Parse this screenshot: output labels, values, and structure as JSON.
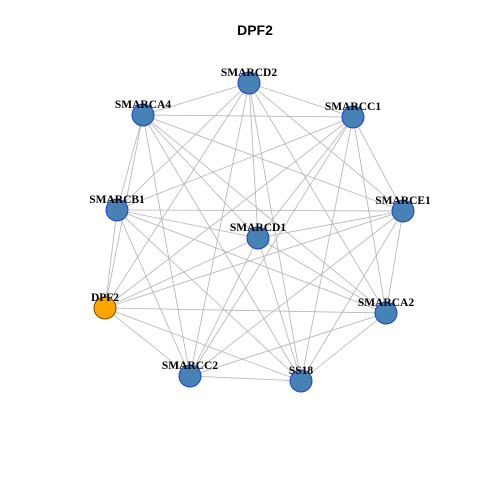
{
  "title": "DPF2",
  "colors": {
    "node_fill": "#4682b4",
    "node_stroke": "#1c3fd1",
    "focus_fill": "#ffa500",
    "focus_stroke": "#7a4a00",
    "edge": "#b3b3b3"
  },
  "nodes": [
    {
      "id": "SMARCD2",
      "label": "SMARCD2",
      "focus": false
    },
    {
      "id": "SMARCC1",
      "label": "SMARCC1",
      "focus": false
    },
    {
      "id": "SMARCE1",
      "label": "SMARCE1",
      "focus": false
    },
    {
      "id": "SMARCA2",
      "label": "SMARCA2",
      "focus": false
    },
    {
      "id": "SS18",
      "label": "SS18",
      "focus": false
    },
    {
      "id": "SMARCC2",
      "label": "SMARCC2",
      "focus": false
    },
    {
      "id": "DPF2",
      "label": "DPF2",
      "focus": true
    },
    {
      "id": "SMARCB1",
      "label": "SMARCB1",
      "focus": false
    },
    {
      "id": "SMARCA4",
      "label": "SMARCA4",
      "focus": false
    },
    {
      "id": "SMARCD1",
      "label": "SMARCD1",
      "focus": false
    }
  ],
  "edges": [
    [
      "SMARCD2",
      "SMARCC1"
    ],
    [
      "SMARCD2",
      "SMARCE1"
    ],
    [
      "SMARCD2",
      "SMARCA2"
    ],
    [
      "SMARCD2",
      "SS18"
    ],
    [
      "SMARCD2",
      "SMARCC2"
    ],
    [
      "SMARCD2",
      "DPF2"
    ],
    [
      "SMARCD2",
      "SMARCB1"
    ],
    [
      "SMARCD2",
      "SMARCA4"
    ],
    [
      "SMARCD2",
      "SMARCD1"
    ],
    [
      "SMARCC1",
      "SMARCE1"
    ],
    [
      "SMARCC1",
      "SMARCA2"
    ],
    [
      "SMARCC1",
      "SS18"
    ],
    [
      "SMARCC1",
      "SMARCC2"
    ],
    [
      "SMARCC1",
      "DPF2"
    ],
    [
      "SMARCC1",
      "SMARCB1"
    ],
    [
      "SMARCC1",
      "SMARCA4"
    ],
    [
      "SMARCC1",
      "SMARCD1"
    ],
    [
      "SMARCE1",
      "SMARCA2"
    ],
    [
      "SMARCE1",
      "SS18"
    ],
    [
      "SMARCE1",
      "SMARCC2"
    ],
    [
      "SMARCE1",
      "DPF2"
    ],
    [
      "SMARCE1",
      "SMARCB1"
    ],
    [
      "SMARCE1",
      "SMARCA4"
    ],
    [
      "SMARCE1",
      "SMARCD1"
    ],
    [
      "SMARCA2",
      "SS18"
    ],
    [
      "SMARCA2",
      "SMARCC2"
    ],
    [
      "SMARCA2",
      "DPF2"
    ],
    [
      "SMARCA2",
      "SMARCB1"
    ],
    [
      "SMARCA2",
      "SMARCA4"
    ],
    [
      "SMARCA2",
      "SMARCD1"
    ],
    [
      "SS18",
      "SMARCC2"
    ],
    [
      "SS18",
      "DPF2"
    ],
    [
      "SS18",
      "SMARCB1"
    ],
    [
      "SS18",
      "SMARCA4"
    ],
    [
      "SS18",
      "SMARCD1"
    ],
    [
      "SMARCC2",
      "DPF2"
    ],
    [
      "SMARCC2",
      "SMARCB1"
    ],
    [
      "SMARCC2",
      "SMARCA4"
    ],
    [
      "SMARCC2",
      "SMARCD1"
    ],
    [
      "DPF2",
      "SMARCB1"
    ],
    [
      "DPF2",
      "SMARCA4"
    ],
    [
      "DPF2",
      "SMARCD1"
    ],
    [
      "SMARCB1",
      "SMARCA4"
    ],
    [
      "SMARCB1",
      "SMARCD1"
    ],
    [
      "SMARCA4",
      "SMARCD1"
    ]
  ]
}
